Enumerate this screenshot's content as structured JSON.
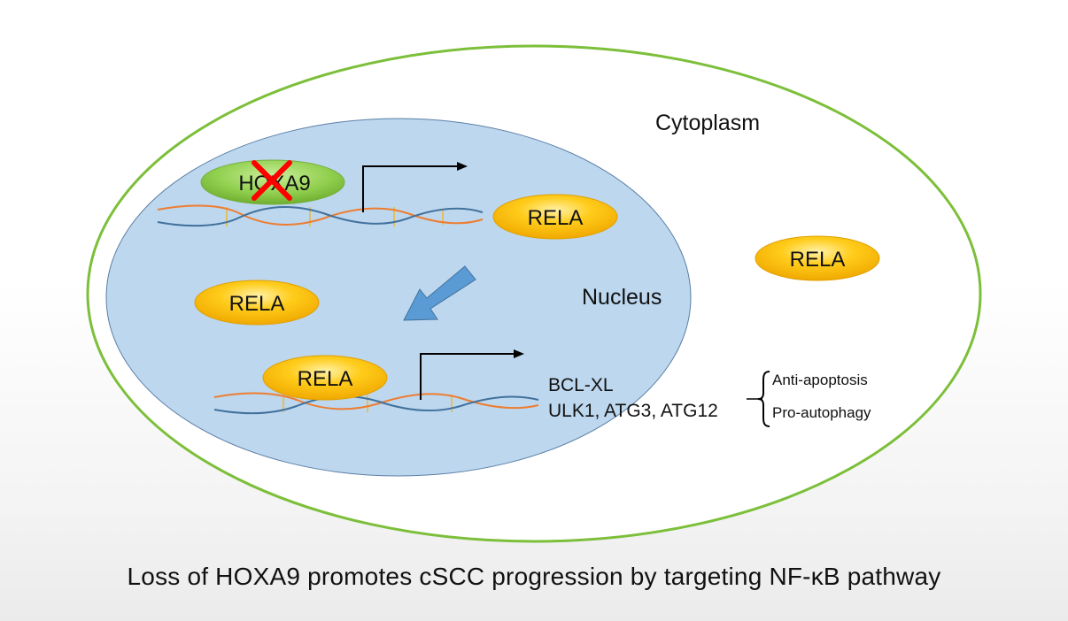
{
  "labels": {
    "cytoplasm": "Cytoplasm",
    "nucleus": "Nucleus",
    "hoxa9": "HOXA9",
    "rela": "RELA",
    "gene_bclxl": "BCL-XL",
    "gene_autophagy": "ULK1, ATG3, ATG12",
    "effect_apoptosis": "Anti-apoptosis",
    "effect_autophagy": "Pro-autophagy"
  },
  "caption": "Loss of HOXA9 promotes cSCC progression by targeting NF-κB pathway",
  "colors": {
    "cell_outline": "#7cbf3a",
    "nucleus_fill": "#bdd7ee",
    "nucleus_stroke": "#5b7fa6",
    "rela_fill": "#ffc000",
    "hoxa9_fill": "#92d050",
    "dna_strand_a": "#ed7d31",
    "dna_strand_b": "#41719c",
    "translocation_arrow": "#5b9bd5",
    "knockout_cross": "#ff0000"
  },
  "icons": {
    "knockout": "red-x-cross-icon",
    "transcription": "bent-arrow-icon",
    "translocation": "block-arrow-icon"
  }
}
